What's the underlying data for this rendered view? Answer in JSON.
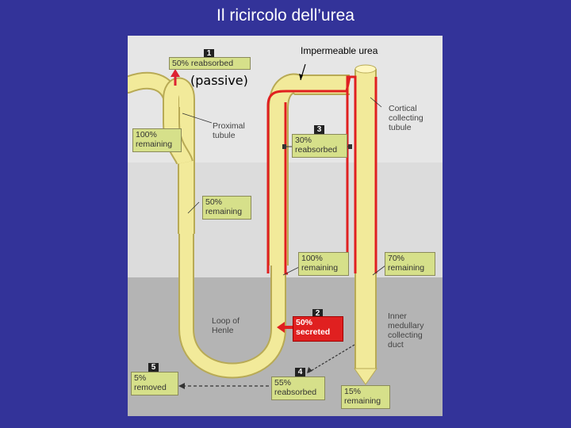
{
  "title": "Il ricircolo dell’urea",
  "annotations": {
    "impermeable": "Impermeable urea",
    "passive": "(passive)"
  },
  "steps": {
    "s1": {
      "num": "1",
      "text": "50% reabsorbed"
    },
    "s2": {
      "num": "2",
      "line1": "50%",
      "line2": "secreted"
    },
    "s3": {
      "num": "3",
      "line1": "30%",
      "line2": "reabsorbed"
    },
    "s4": {
      "num": "4",
      "line1": "55%",
      "line2": "reabsorbed"
    },
    "s5": {
      "num": "5",
      "line1": "5%",
      "line2": "removed"
    }
  },
  "boxes": {
    "prox100": {
      "line1": "100%",
      "line2": "remaining"
    },
    "desc50": {
      "line1": "50%",
      "line2": "remaining"
    },
    "asc100": {
      "line1": "100%",
      "line2": "remaining"
    },
    "coll70": {
      "line1": "70%",
      "line2": "remaining"
    },
    "duct15": {
      "line1": "15%",
      "line2": "remaining"
    }
  },
  "labels": {
    "proximal": {
      "line1": "Proximal",
      "line2": "tubule"
    },
    "cortical": {
      "line1": "Cortical",
      "line2": "collecting",
      "line3": "tubule"
    },
    "henle": {
      "line1": "Loop of",
      "line2": "Henle"
    },
    "inner": {
      "line1": "Inner",
      "line2": "medullary",
      "line3": "collecting",
      "line4": "duct"
    }
  },
  "colors": {
    "background": "#333399",
    "cortex": "#e6e6e6",
    "medulla": "#b4b4b4",
    "tubule": "#f2ea9a",
    "box": "#d6e08a",
    "highlight": "#e02020"
  }
}
